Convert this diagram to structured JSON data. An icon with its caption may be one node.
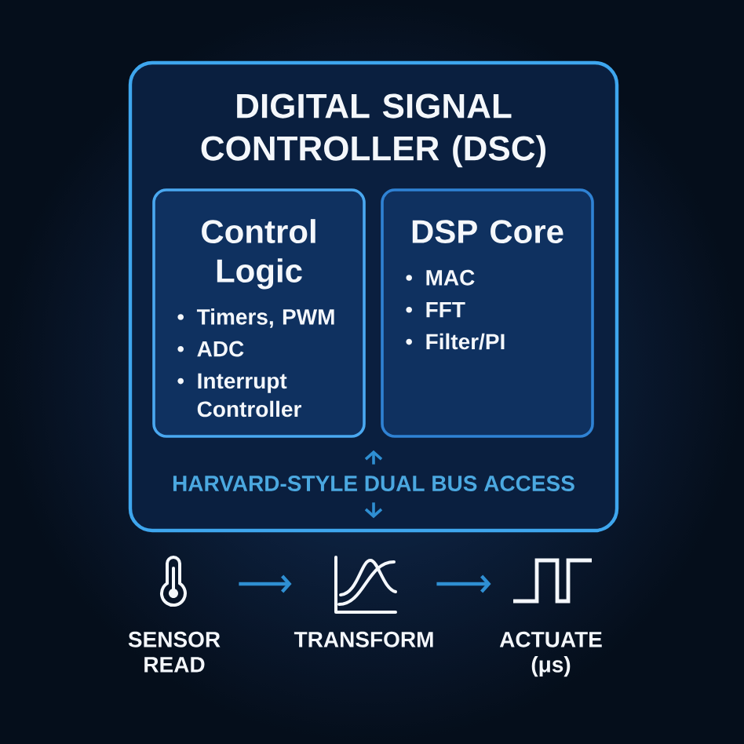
{
  "diagram": {
    "nodes": [
      {
        "text": [
          "DIGITAL SIGNAL CONTROLLER (DSC)"
        ]
      },
      {
        "text": [
          "Control Logic",
          "Timers, PWM",
          "ADC",
          "Interrupt Controller"
        ],
        "in": 0
      },
      {
        "text": [
          "DSP Core",
          "MAC",
          "FFT",
          "Filter/PI"
        ],
        "in": 0
      },
      {
        "text": [
          "HARVARD-STYLE DUAL BUS ACCESS"
        ],
        "in": 0
      },
      {
        "text": [
          "SENSOR READ"
        ]
      },
      {
        "text": [
          "TRANSFORM"
        ]
      },
      {
        "text": [
          "ACTUATE (μs)"
        ]
      }
    ],
    "edges": [
      {
        "from": 3,
        "to": null,
        "arrow": "to"
      },
      {
        "from": 3,
        "to": null,
        "arrow": "to"
      },
      {
        "from": 4,
        "to": 5,
        "arrow": "to"
      },
      {
        "from": 5,
        "to": 6,
        "arrow": "to"
      }
    ]
  }
}
